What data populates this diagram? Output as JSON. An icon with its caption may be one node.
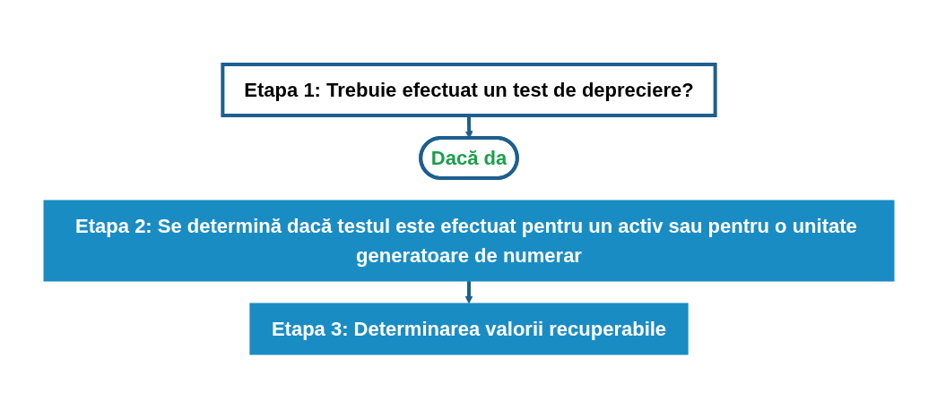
{
  "diagram": {
    "nodes": [
      {
        "text": [
          "Etapa 1: Trebuie efectuat un test de depreciere?"
        ]
      },
      {
        "text": [
          "Dacă da"
        ]
      },
      {
        "text": [
          "Etapa 2: Se determină dacă testul este efectuat pentru un activ sau pentru o unitate generatoare de numerar"
        ]
      },
      {
        "text": [
          "Etapa 3: Determinarea valorii recuperabile"
        ]
      }
    ],
    "edges": [
      {
        "from": 0,
        "to": 1,
        "arrow": "to"
      },
      {
        "from": 2,
        "to": 3,
        "arrow": "to"
      }
    ]
  }
}
